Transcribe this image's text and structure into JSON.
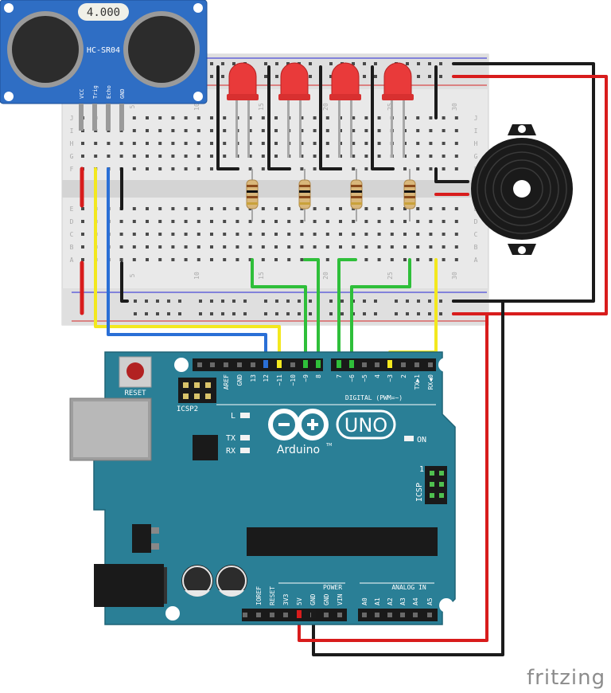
{
  "sensor": {
    "display": "4.000",
    "model": "HC-SR04",
    "pins": [
      "VCC",
      "Trig",
      "Echo",
      "GND"
    ]
  },
  "breadboard": {
    "row_letters_top": [
      "J",
      "I",
      "H",
      "G",
      "F"
    ],
    "row_letters_bottom": [
      "E",
      "D",
      "C",
      "B",
      "A"
    ],
    "column_numbers": [
      "5",
      "10",
      "15",
      "20",
      "25",
      "30"
    ]
  },
  "arduino": {
    "model": "UNO",
    "brand": "Arduino",
    "trademark": "TM",
    "reset_label": "RESET",
    "icsp2_label": "ICSP2",
    "icsp_label": "ICSP",
    "icsp_pin1": "1",
    "led_l": "L",
    "led_tx": "TX",
    "led_rx": "RX",
    "led_on": "ON",
    "digital_label": "DIGITAL (PWM=~)",
    "digital_pins": [
      "AREF",
      "GND",
      "13",
      "12",
      "~11",
      "~10",
      "~9",
      "8",
      "7",
      "~6",
      "~5",
      "4",
      "~3",
      "2",
      "TX▶1",
      "RX◀0"
    ],
    "power_label": "POWER",
    "power_pins": [
      "IOREF",
      "RESET",
      "3V3",
      "5V",
      "GND",
      "GND",
      "VIN"
    ],
    "analog_label": "ANALOG IN",
    "analog_pins": [
      "A0",
      "A1",
      "A2",
      "A3",
      "A4",
      "A5"
    ]
  },
  "colors": {
    "board": "#2a7f96",
    "breadboard": "#e9e9e9",
    "wire_red": "#d81c1c",
    "wire_black": "#1b1b1b",
    "wire_yellow": "#f3e81e",
    "wire_blue": "#2a6fd6",
    "wire_green": "#2fbf3a",
    "led": "#e93a3a"
  },
  "watermark": "fritzing"
}
